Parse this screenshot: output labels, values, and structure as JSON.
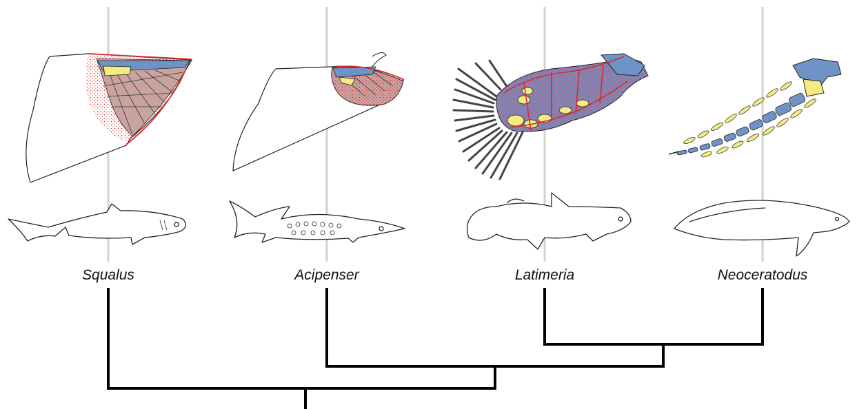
{
  "taxa": [
    {
      "id": "squalus",
      "name": "Squalus"
    },
    {
      "id": "acipenser",
      "name": "Acipenser"
    },
    {
      "id": "latimeria",
      "name": "Latimeria"
    },
    {
      "id": "neoceratodus",
      "name": "Neoceratodus"
    }
  ],
  "colors": {
    "branch": "#000000",
    "guide_line": "#d2d2d2",
    "outline": "#222222",
    "radial_fill": "#c9a3a0",
    "stipple_red": "#e0252b",
    "blue_element": "#6f93c6",
    "yellow_element": "#f3ec82",
    "lepidotrichia": "#444444"
  }
}
